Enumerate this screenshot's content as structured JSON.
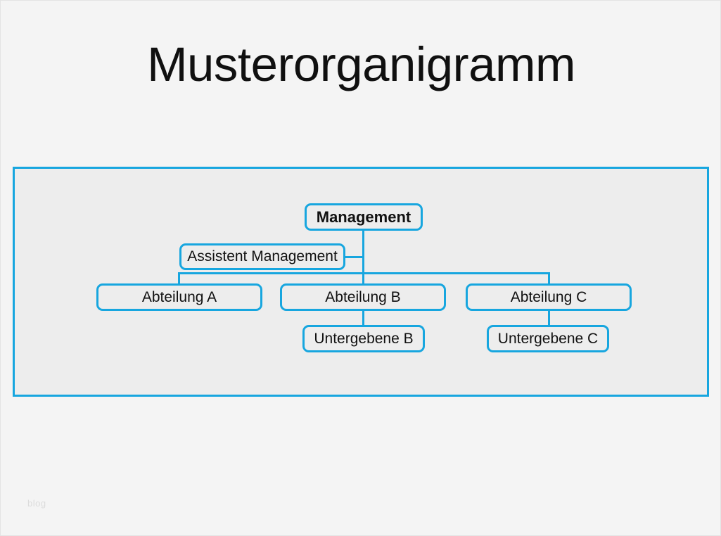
{
  "page": {
    "title": "Musterorganigramm",
    "watermark": "blog"
  },
  "colors": {
    "accent": "#17a6df",
    "page_background": "#f4f4f4",
    "panel_background": "#ededed",
    "text": "#111111",
    "watermark": "#dcdcdc"
  },
  "chart_data": {
    "type": "diagram",
    "diagram_type": "organizational-chart",
    "title": "Musterorganigramm",
    "orientation": "top-down",
    "nodes": [
      {
        "id": "management",
        "label": "Management",
        "level": 0,
        "bold": true,
        "parent": null
      },
      {
        "id": "assistant",
        "label": "Assistent Management",
        "level": 1,
        "bold": false,
        "parent": "management",
        "relation": "staff"
      },
      {
        "id": "abteilung_a",
        "label": "Abteilung A",
        "level": 2,
        "bold": false,
        "parent": "management"
      },
      {
        "id": "abteilung_b",
        "label": "Abteilung B",
        "level": 2,
        "bold": false,
        "parent": "management"
      },
      {
        "id": "abteilung_c",
        "label": "Abteilung C",
        "level": 2,
        "bold": false,
        "parent": "management"
      },
      {
        "id": "untergebene_b",
        "label": "Untergebene B",
        "level": 3,
        "bold": false,
        "parent": "abteilung_b"
      },
      {
        "id": "untergebene_c",
        "label": "Untergebene C",
        "level": 3,
        "bold": false,
        "parent": "abteilung_c"
      }
    ],
    "edges": [
      {
        "from": "management",
        "to": "assistant",
        "style": "staff-stub"
      },
      {
        "from": "management",
        "to": "abteilung_a",
        "style": "elbow"
      },
      {
        "from": "management",
        "to": "abteilung_b",
        "style": "straight"
      },
      {
        "from": "management",
        "to": "abteilung_c",
        "style": "elbow"
      },
      {
        "from": "abteilung_b",
        "to": "untergebene_b",
        "style": "straight"
      },
      {
        "from": "abteilung_c",
        "to": "untergebene_c",
        "style": "straight"
      }
    ]
  }
}
